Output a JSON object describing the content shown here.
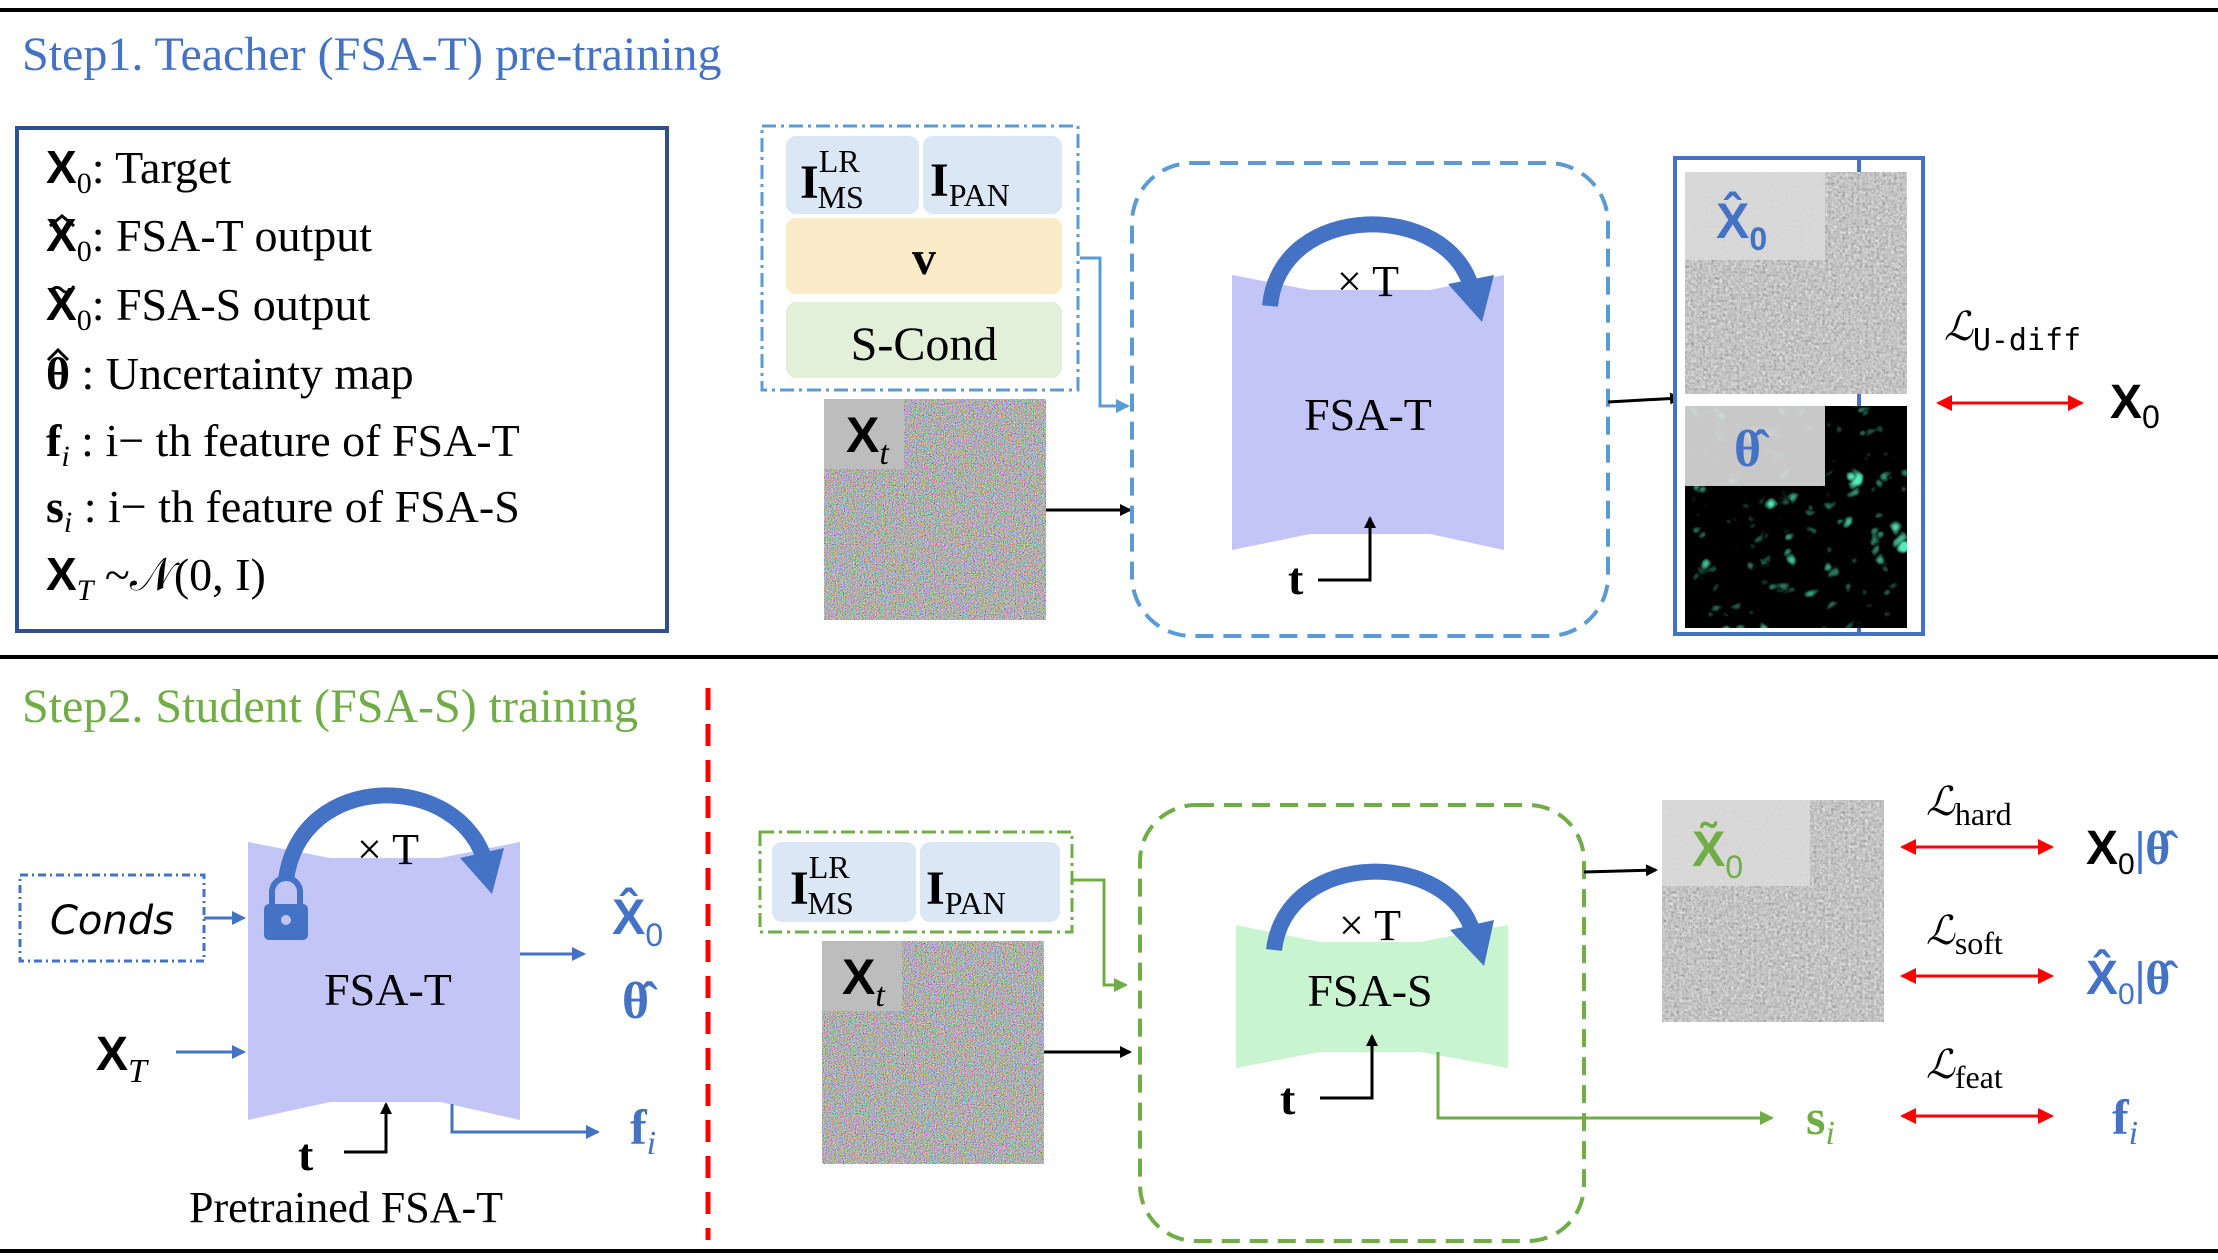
{
  "step1": {
    "title": "Step1. Teacher (FSA-T) pre-training",
    "legend": [
      {
        "sym": "X",
        "sub": "0",
        "hat": "",
        "text": ": Target"
      },
      {
        "sym": "X",
        "sub": "0",
        "hat": "^",
        "text": ": FSA-T output"
      },
      {
        "sym": "X",
        "sub": "0",
        "hat": "~",
        "text": ": FSA-S output"
      },
      {
        "sym": "θ",
        "sub": "",
        "hat": "^",
        "text": " : Uncertainty map"
      },
      {
        "sym": "f",
        "sub": "i",
        "hat": "",
        "text": " : i− th feature of FSA-T"
      },
      {
        "sym": "s",
        "sub": "i",
        "hat": "",
        "text": " : i− th feature of FSA-S"
      },
      {
        "sym": "X",
        "sub": "T",
        "hat": "",
        "text": " ~𝒩(0, I)"
      }
    ],
    "cond_ms": "I",
    "cond_ms_sup": "LR",
    "cond_ms_sub": "MS",
    "cond_pan": "I",
    "cond_pan_sub": "PAN",
    "cond_v": "v",
    "cond_s": "S-Cond",
    "noisy_label": "X",
    "noisy_sub": "t",
    "model_label": "FSA-T",
    "loop_label": "× T",
    "t_label": "t",
    "out1_label": "X̂",
    "out1_sub": "0",
    "out2_label": "θ̂",
    "loss_label": "ℒ",
    "loss_sub": "U-diff",
    "target_label": "X",
    "target_sub": "0"
  },
  "step2": {
    "title": "Step2. Student (FSA-S) training",
    "conds_label": "Conds",
    "xt_label": "X",
    "xt_sub": "T",
    "pre_model_label": "FSA-T",
    "pre_loop_label": "× T",
    "pre_t_label": "t",
    "pretrained_caption": "Pretrained FSA-T",
    "pre_out1": "X̂",
    "pre_out1_sub": "0",
    "pre_out2": "θ̂",
    "pre_out3": "f",
    "pre_out3_sub": "i",
    "cond_ms": "I",
    "cond_ms_sup": "LR",
    "cond_ms_sub": "MS",
    "cond_pan": "I",
    "cond_pan_sub": "PAN",
    "noisy_label": "X",
    "noisy_sub": "t",
    "model_label": "FSA-S",
    "loop_label": "× T",
    "t_label": "t",
    "out_label": "X̃",
    "out_sub": "0",
    "loss_hard": "ℒ",
    "loss_hard_sub": "hard",
    "loss_soft": "ℒ",
    "loss_soft_sub": "soft",
    "loss_feat": "ℒ",
    "loss_feat_sub": "feat",
    "tgt_hard": "X",
    "tgt_hard_sub": "0",
    "tgt_hard_sep": "|θ̂",
    "tgt_soft": "X̂",
    "tgt_soft_sub": "0",
    "tgt_soft_sep": "|θ̂",
    "s_label": "s",
    "s_sub": "i",
    "f_label": "f",
    "f_sub": "i"
  },
  "colors": {
    "blue_title": "#4472c4",
    "green_title": "#70ad47",
    "teacher_fill": "#c4c5f7",
    "student_fill": "#c8f5cf",
    "cond_blue": "#dbe7f4",
    "cond_yellow": "#fcebc8",
    "cond_green": "#e2f0d9",
    "arrow_red": "#ff0000",
    "divider_red": "#ff0000",
    "dashed_blue": "#5b9bd5",
    "dashed_green": "#70ad47",
    "legend_border": "#2f4f8f"
  }
}
